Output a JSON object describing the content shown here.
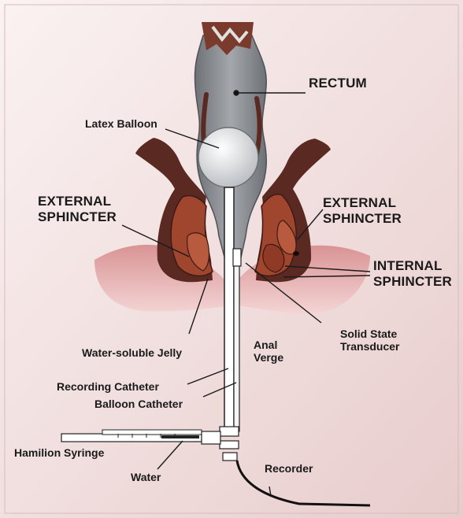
{
  "labels": {
    "rectum": "RECTUM",
    "latex_balloon": "Latex Balloon",
    "external_sphincter_left": [
      "EXTERNAL",
      "SPHINCTER"
    ],
    "external_sphincter_right": [
      "EXTERNAL",
      "SPHINCTER"
    ],
    "internal_sphincter": [
      "INTERNAL",
      "SPHINCTER"
    ],
    "solid_state_transducer": [
      "Solid State",
      "Transducer"
    ],
    "water_soluble_jelly": "Water-soluble Jelly",
    "anal_verge": [
      "Anal",
      "Verge"
    ],
    "recording_catheter": "Recording Catheter",
    "balloon_catheter": "Balloon Catheter",
    "hamilion_syringe": "Hamilion Syringe",
    "water": "Water",
    "recorder": "Recorder"
  },
  "colors": {
    "background_top": "#f5e6e6",
    "background_bottom": "#e9cfcf",
    "rectum_gray": "#8d9094",
    "muscle_dark": "#5a2a22",
    "muscle_red": "#a0452e",
    "skin_pink": "#e0a5a5",
    "balloon": "#e6e8ea",
    "catheter": "#ffffff",
    "outline": "#222222"
  }
}
